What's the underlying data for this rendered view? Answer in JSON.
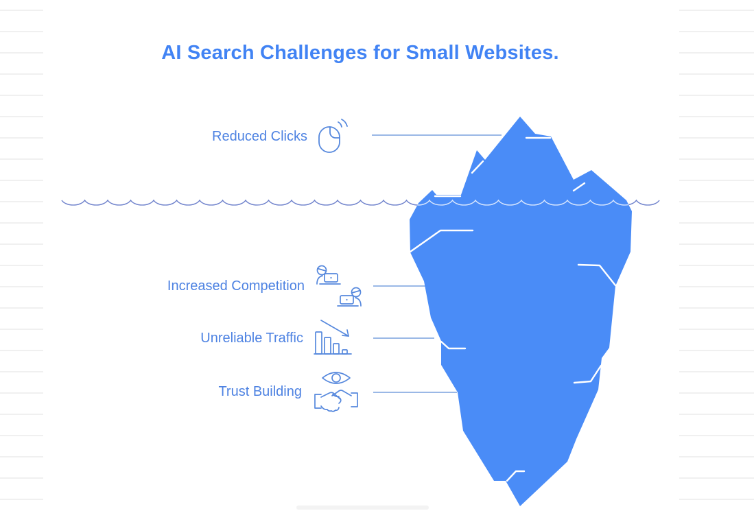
{
  "title": {
    "text": "AI Search Challenges for Small Websites."
  },
  "diagram": {
    "type": "iceberg-infographic",
    "waterline": "wavy horizontal line separating visible tip from submerged mass",
    "above_water_items": [
      "Reduced Clicks"
    ],
    "below_water_items": [
      "Increased Competition",
      "Unreliable Traffic",
      "Trust Building"
    ],
    "labels": [
      {
        "text": "Reduced Clicks",
        "icon": "mouse-click-icon",
        "position": "above-water"
      },
      {
        "text": "Increased Competition",
        "icon": "people-laptops-icon",
        "position": "below-water"
      },
      {
        "text": "Unreliable Traffic",
        "icon": "declining-bars-icon",
        "position": "below-water"
      },
      {
        "text": "Trust Building",
        "icon": "eye-handshake-icon",
        "position": "below-water"
      }
    ]
  },
  "colors": {
    "title_text": "#4183f4",
    "label_text": "#4d82e2",
    "iceberg_fill": "#4a8cf7",
    "iceberg_crack": "#ffffff",
    "waterline": "#6d80cb",
    "leader_line": "#79a1de",
    "icon_stroke": "#5688dd",
    "edge_rule_lines": "#ececec",
    "background": "#ffffff"
  }
}
